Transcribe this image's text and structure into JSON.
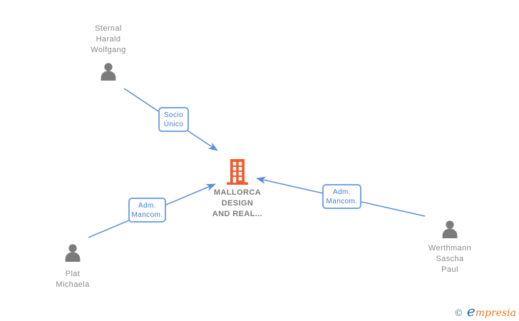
{
  "diagram": {
    "company": {
      "name_lines": [
        "MALLORCA",
        "DESIGN",
        "AND REAL..."
      ]
    },
    "persons": [
      {
        "name_lines": [
          "Sternal",
          "Harald",
          "Wolfgang"
        ]
      },
      {
        "name_lines": [
          "Plat",
          "Michaela"
        ]
      },
      {
        "name_lines": [
          "Werthmann",
          "Sascha",
          "Paul"
        ]
      }
    ],
    "relations": [
      {
        "label_lines": [
          "Socio",
          "Único"
        ]
      },
      {
        "label_lines": [
          "Adm.",
          "Mancom."
        ]
      },
      {
        "label_lines": [
          "Adm.",
          "Mancom."
        ]
      }
    ]
  },
  "colors": {
    "edge_blue": "#5c8ed8",
    "label_border": "#78a5e2",
    "label_text": "#4480c9",
    "person_icon_gray": "#7b7b7b",
    "person_name_gray": "#8b8b8b",
    "company_name_gray": "#7d7d7d",
    "building_orange": "#f05c30",
    "logo_copyright": "#4e8098",
    "logo_e_blue": "#1e6bb8",
    "logo_rest_orange": "#e87a1e"
  },
  "footer": {
    "copyright": "©",
    "brand_initial": "e",
    "brand_rest": "mpresia"
  }
}
